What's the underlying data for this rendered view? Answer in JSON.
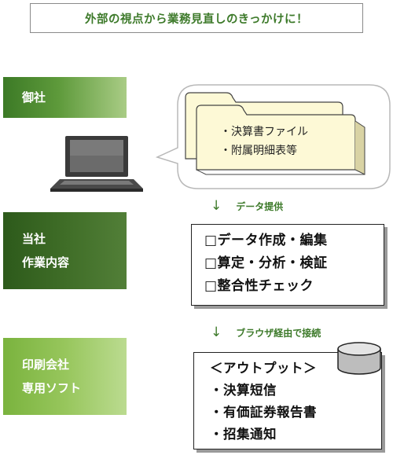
{
  "headline": "外部の視点から業務見直しのきっかけに！",
  "sections": {
    "client": {
      "label": "御社"
    },
    "our_company": {
      "line1": "当社",
      "line2": "作業内容"
    },
    "printer": {
      "line1": "印刷会社",
      "line2": "専用ソフト"
    }
  },
  "client_files": [
    "・決算書ファイル",
    "・附属明細表等"
  ],
  "arrows": {
    "data_provision": {
      "symbol": "↓",
      "label": "データ提供"
    },
    "browser_connect": {
      "symbol": "↓",
      "label": "ブラウザ経由で接続"
    }
  },
  "tasks": [
    "□データ作成・編集",
    "□算定・分析・検証",
    "□整合性チェック"
  ],
  "output": {
    "heading": "＜アウトプット＞",
    "items": [
      "・決算短信",
      "・有価証券報告書",
      "・招集通知"
    ]
  },
  "colors": {
    "accent_green": "#3d7a2a",
    "folder_fill": "#fdf9d6",
    "folder_border": "#444444"
  },
  "icons": [
    "laptop-icon",
    "folder-icon",
    "database-icon"
  ]
}
